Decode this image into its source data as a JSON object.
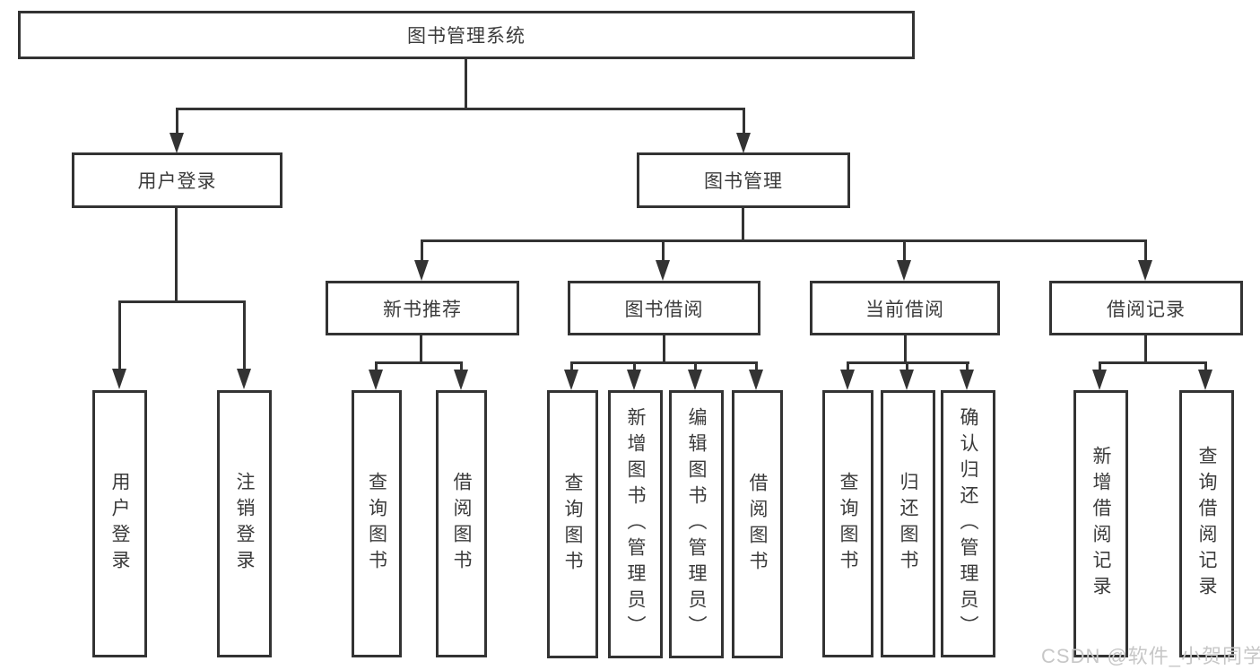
{
  "diagram": {
    "title": "图书管理系统",
    "level2": {
      "user_login": "用户登录",
      "book_mgmt": "图书管理"
    },
    "level3": {
      "new_book": "新书推荐",
      "book_borrow": "图书借阅",
      "current_borrow": "当前借阅",
      "borrow_record": "借阅记录"
    },
    "leaves": {
      "user_login": [
        "用户登录",
        "注销登录"
      ],
      "new_book": [
        "查询图书",
        "借阅图书"
      ],
      "book_borrow": [
        "查询图书",
        "新增图书（管理员）",
        "编辑图书（管理员）",
        "借阅图书"
      ],
      "current_borrow": [
        "查询图书",
        "归还图书",
        "确认归还（管理员）"
      ],
      "borrow_record": [
        "新增借阅记录",
        "查询借阅记录"
      ]
    },
    "colors": {
      "line": "#333333",
      "text": "#3b3b3b",
      "watermark": "#c7c7c7",
      "background": "#ffffff"
    },
    "watermark": "CSDN @软件_小贺同学"
  }
}
